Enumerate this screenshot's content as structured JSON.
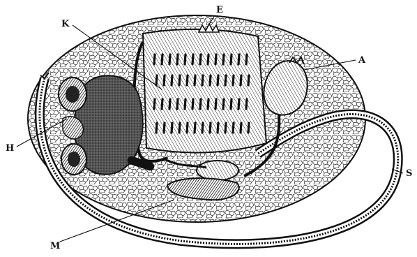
{
  "figure": {
    "labels": {
      "E": "E",
      "K": "K",
      "A": "A",
      "H": "H",
      "S": "S",
      "M": "M"
    },
    "colors": {
      "ink": "#111111",
      "paper": "#ffffff"
    }
  }
}
